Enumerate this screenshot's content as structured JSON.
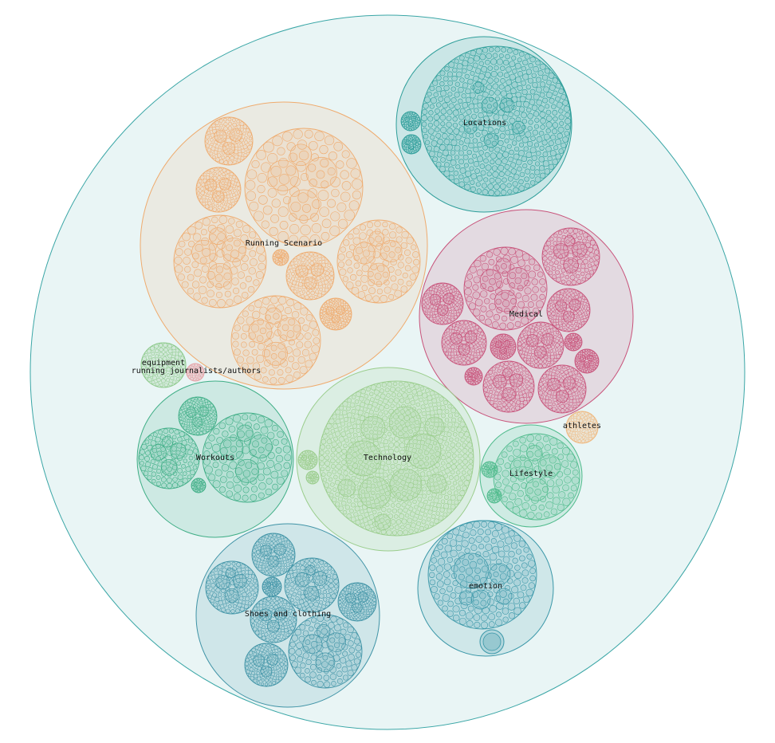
{
  "root": {
    "color": "#3aa6a6"
  },
  "groups": [
    {
      "id": "locations",
      "label": "Locations",
      "color": "#2e9e9a"
    },
    {
      "id": "running-scenario",
      "label": "Running Scenario",
      "color": "#efab6e"
    },
    {
      "id": "medical",
      "label": "Medical",
      "color": "#c8527a"
    },
    {
      "id": "equipment",
      "label": "equipment",
      "color": "#8cc98a"
    },
    {
      "id": "running-journalists",
      "label": "running journalists/authors",
      "color": "#e6a3a8"
    },
    {
      "id": "athletes",
      "label": "athletes",
      "color": "#efb87e"
    },
    {
      "id": "workouts",
      "label": "Workouts",
      "color": "#3fae86"
    },
    {
      "id": "technology",
      "label": "Technology",
      "color": "#9acd8c"
    },
    {
      "id": "lifestyle",
      "label": "Lifestyle",
      "color": "#4fbb8c"
    },
    {
      "id": "shoes-and-clothing",
      "label": "Shoes and clothing",
      "color": "#3f93a6"
    },
    {
      "id": "emotion",
      "label": "emotion",
      "color": "#3a97a8"
    }
  ]
}
